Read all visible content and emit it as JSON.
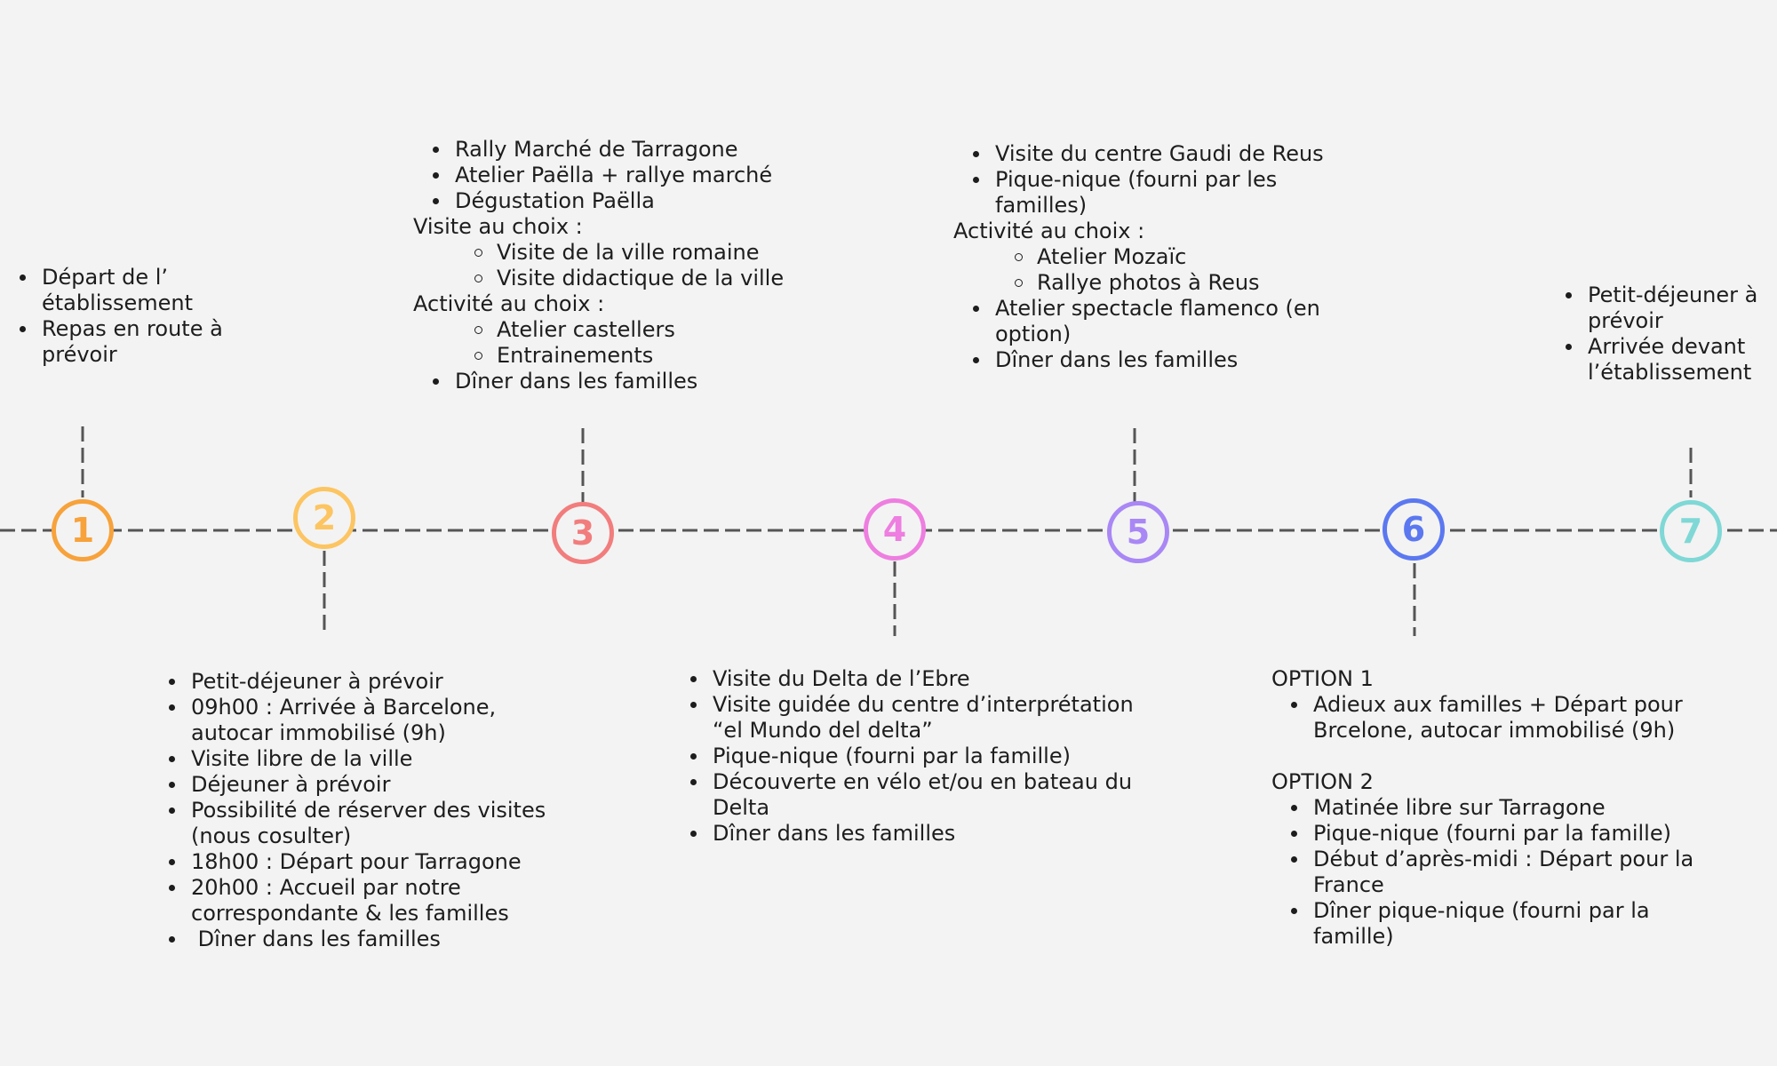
{
  "colors": {
    "background": "#f3f3f3",
    "line": "#555555",
    "text": "#1d1d1d",
    "step1": "#f7a23b",
    "step2": "#fcc562",
    "step3": "#f27d7d",
    "step4": "#ee7ee0",
    "step5": "#a987f5",
    "step6": "#5b78f0",
    "step7": "#7fd8d6"
  },
  "steps": [
    {
      "number": "1",
      "items": [
        "Départ de l’ établissement",
        "Repas en route à prévoir"
      ]
    },
    {
      "number": "2",
      "items": [
        "Petit-déjeuner à prévoir",
        "09h00 : Arrivée à Barcelone, autocar immobilisé (9h)",
        "Visite libre de la ville",
        "Déjeuner à prévoir",
        "Possibilité de réserver des visites (nous cosulter)",
        "18h00 : Départ pour Tarragone",
        "20h00 : Accueil par notre correspondante & les familles",
        " Dîner dans les familles"
      ]
    },
    {
      "number": "3",
      "items_top": [
        "Rally Marché de Tarragone",
        "Atelier Paëlla + rallye marché",
        "Dégustation Paëlla"
      ],
      "choice1_heading": "Visite au choix :",
      "choice1_items": [
        "Visite de la ville romaine",
        "Visite didactique de la ville"
      ],
      "choice2_heading": "Activité au choix :",
      "choice2_items": [
        "Atelier castellers",
        "Entrainements"
      ],
      "items_bottom": [
        "Dîner dans les familles"
      ]
    },
    {
      "number": "4",
      "items": [
        "Visite du Delta de l’Ebre",
        "Visite guidée du centre d’interprétation “el Mundo del delta”",
        "Pique-nique (fourni par la famille)",
        "Découverte en vélo et/ou en bateau du Delta",
        "Dîner dans les familles"
      ]
    },
    {
      "number": "5",
      "items_top": [
        "Visite du centre Gaudi de Reus",
        "Pique-nique (fourni par les familles)"
      ],
      "choice_heading": "Activité au choix :",
      "choice_items": [
        "Atelier Mozaïc",
        "Rallye photos à Reus"
      ],
      "items_bottom": [
        "Atelier spectacle flamenco (en option)",
        "Dîner dans les familles"
      ]
    },
    {
      "number": "6",
      "option1_heading": "OPTION 1",
      "option1_items": [
        "Adieux aux familles + Départ pour Brcelone, autocar immobilisé (9h)"
      ],
      "option2_heading": "OPTION 2",
      "option2_items": [
        "Matinée libre sur Tarragone",
        "Pique-nique (fourni par la famille)",
        "Début d’après-midi : Départ pour la France",
        "Dîner pique-nique (fourni par la famille)"
      ]
    },
    {
      "number": "7",
      "items": [
        "Petit-déjeuner à prévoir",
        "Arrivée devant l’établissement"
      ]
    }
  ]
}
